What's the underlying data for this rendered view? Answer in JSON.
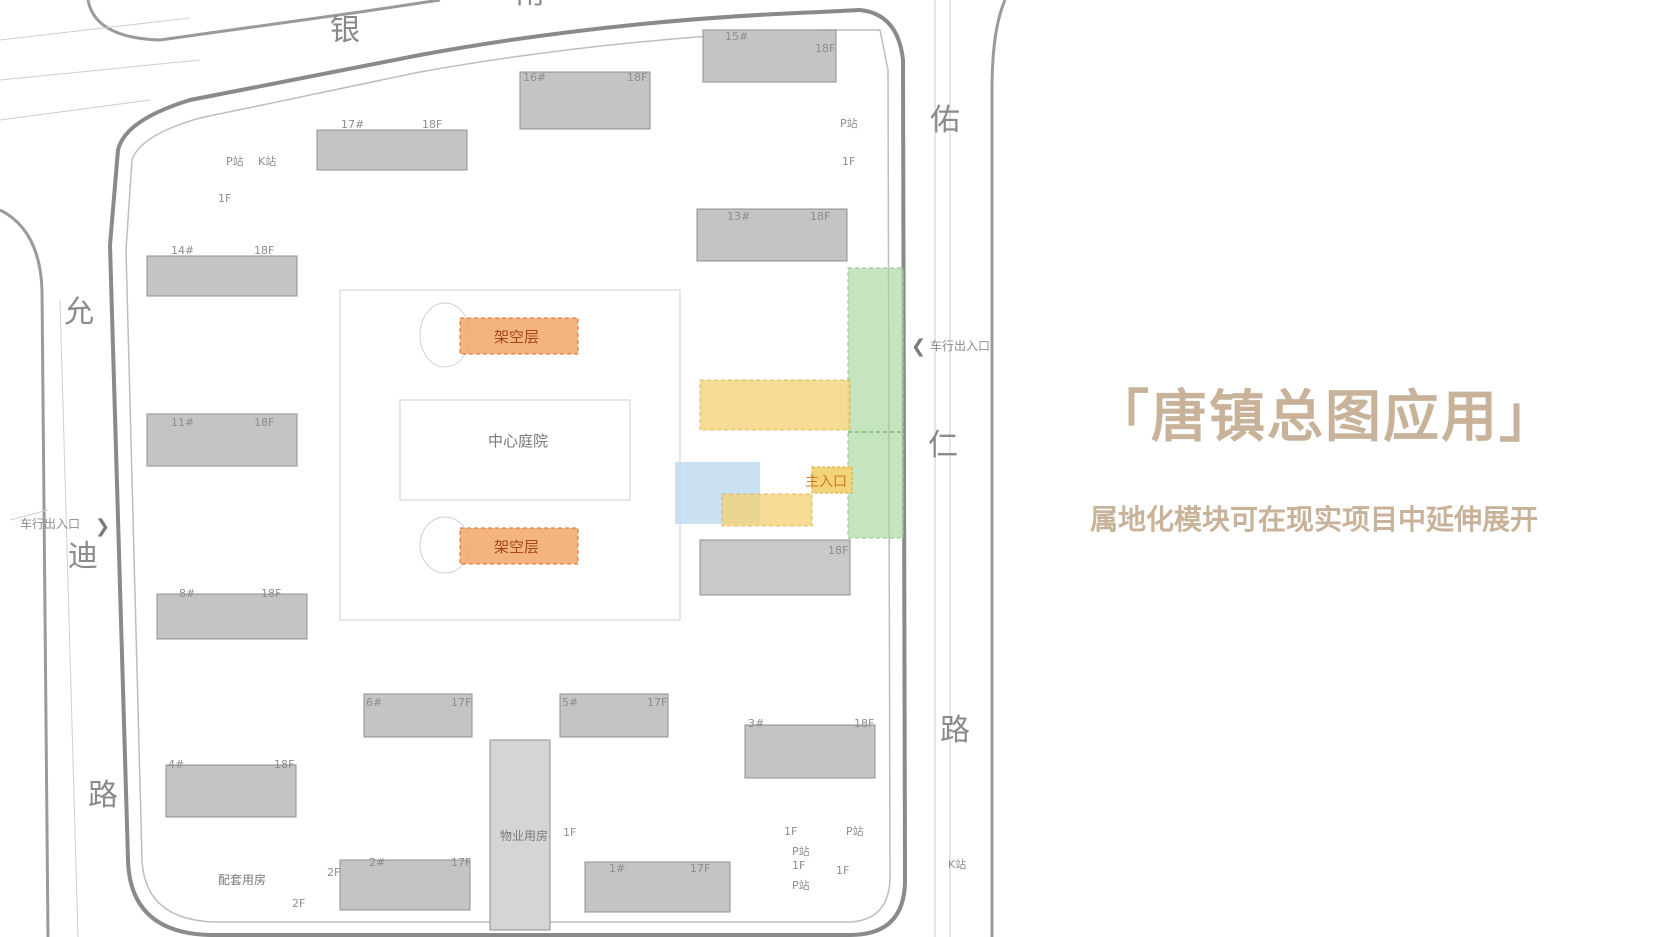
{
  "heading": {
    "title": "「唐镇总图应用」",
    "subtitle": "属地化模块可在现实项目中延伸展开"
  },
  "colors": {
    "accent_text": "#c8b39a",
    "pilotis_orange": "#f2a86a",
    "entrance_yellow": "#f3d37a",
    "green_zone": "#a9d79b",
    "blue_zone": "#bcd9ee",
    "building_gray": "#c4c4c4"
  },
  "roads": {
    "north_1": "银",
    "north_2": "南",
    "west_1": "允",
    "west_2": "迪",
    "west_3": "路",
    "east_1": "佑",
    "east_2": "仁",
    "east_3": "路"
  },
  "labels": {
    "vehicle_entrance_east": "车行出入口",
    "vehicle_entrance_west": "车行出入口",
    "pilotis_upper": "架空层",
    "pilotis_lower": "架空层",
    "central_courtyard": "中心庭院",
    "main_entrance": "主入口",
    "property_room": "物业用房",
    "supporting_room": "配套用房",
    "p_station": "P站",
    "k_station": "K站",
    "floor_1f": "1F",
    "floor_2f": "2F"
  },
  "buildings": [
    {
      "no": "15#",
      "floors": "18F"
    },
    {
      "no": "16#",
      "floors": "18F"
    },
    {
      "no": "17#",
      "floors": "18F"
    },
    {
      "no": "13#",
      "floors": "18F"
    },
    {
      "no": "14#",
      "floors": "18F"
    },
    {
      "no": "11#",
      "floors": "18F"
    },
    {
      "no": "8#",
      "floors": "18F"
    },
    {
      "no": "6#",
      "floors": "17F"
    },
    {
      "no": "5#",
      "floors": "17F"
    },
    {
      "no": "3#",
      "floors": "18F"
    },
    {
      "no": "4#",
      "floors": "18F"
    },
    {
      "no": "2#",
      "floors": "17F"
    },
    {
      "no": "1#",
      "floors": "17F"
    },
    {
      "no": "",
      "floors": "18F"
    }
  ]
}
